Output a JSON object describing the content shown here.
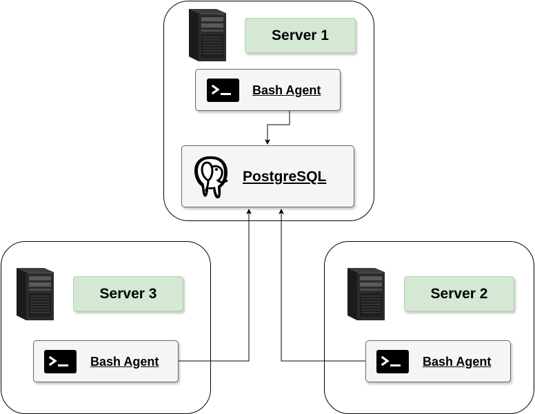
{
  "servers": [
    {
      "label": "Server 1",
      "agent_label": "Bash Agent"
    },
    {
      "label": "Server 2",
      "agent_label": "Bash Agent"
    },
    {
      "label": "Server 3",
      "agent_label": "Bash Agent"
    }
  ],
  "database": {
    "label": "PostgreSQL"
  },
  "icons": {
    "server": "server-tower-icon",
    "terminal": "terminal-icon",
    "database": "postgresql-elephant-icon"
  },
  "colors": {
    "label_fill": "#d5e8d4",
    "card_fill": "#f5f5f5",
    "line": "#000000"
  }
}
